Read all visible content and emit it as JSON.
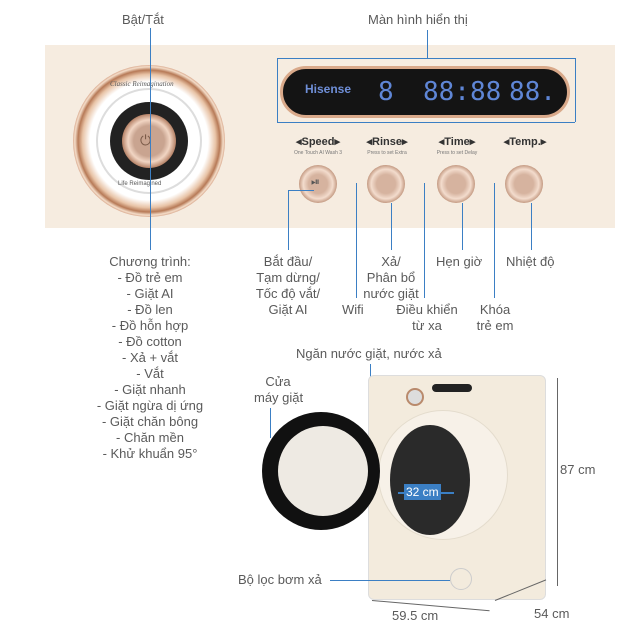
{
  "labels": {
    "power": "Bật/Tắt",
    "display": "Màn hình hiển thị",
    "program_title": "Chương trình:",
    "programs": [
      "- Đồ trẻ em",
      "- Giặt AI",
      "- Đồ len",
      "- Đồ hỗn hợp",
      "- Đồ cotton",
      "- Xả + vắt",
      "- Vắt",
      "- Giặt nhanh",
      "- Giặt ngừa dị ứng",
      "- Giặt chăn bông",
      "- Chăn mền",
      "- Khử khuẩn 95°"
    ],
    "start": [
      "Bắt đầu/",
      "Tạm dừng/",
      "Tốc độ vắt/",
      "Giặt AI"
    ],
    "wifi": "Wifi",
    "rinse": [
      "Xả/",
      "Phân bổ",
      "nước giặt"
    ],
    "remote": [
      "Điều khiển",
      "từ xa"
    ],
    "timer": "Hẹn giờ",
    "child_lock": [
      "Khóa",
      "trẻ em"
    ],
    "temp": "Nhiệt độ",
    "dispenser": "Ngăn nước giặt, nước xả",
    "door": [
      "Cửa",
      "máy giặt"
    ],
    "filter": "Bộ lọc bơm xả"
  },
  "panel": {
    "brand": "Hisense",
    "ring_top": "Classic Reimagination",
    "ring_bottom": "Life Reimagined",
    "display_digits": [
      "8",
      "88:88",
      "88."
    ],
    "buttons": [
      {
        "label": "◂Speed▸",
        "sub": "One Touch AI Wash 3"
      },
      {
        "label": "◂Rinse▸",
        "sub": "Press to set Extra"
      },
      {
        "label": "◂Time▸",
        "sub": "Press to set Delay"
      },
      {
        "label": "◂Temp.▸",
        "sub": ""
      }
    ]
  },
  "dimensions": {
    "height": "87 cm",
    "width": "59.5 cm",
    "depth": "54 cm",
    "door": "32 cm"
  },
  "colors": {
    "leader_line": "#3b7fc4",
    "panel": "#f6ece0",
    "rose_gold": "#c8896a"
  }
}
